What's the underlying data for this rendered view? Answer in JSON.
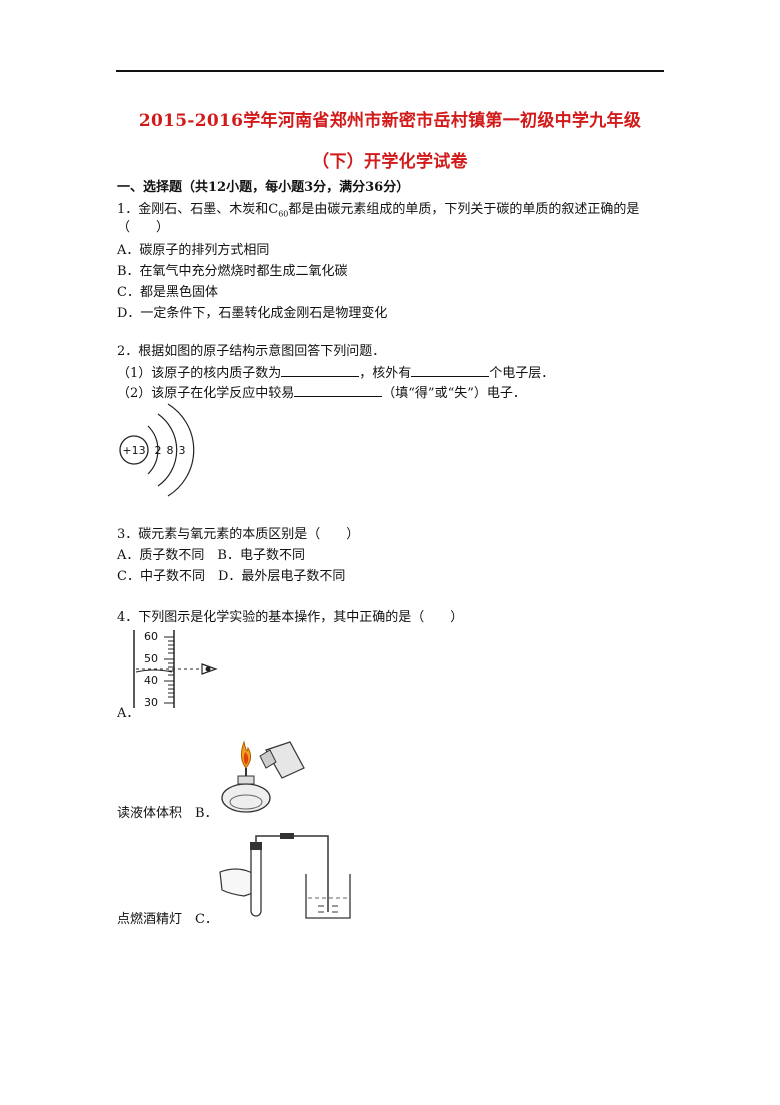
{
  "header": {
    "title_line1": "2015-2016学年河南省郑州市新密市岳村镇第一初级中学九年级",
    "title_line2": "（下）开学化学试卷"
  },
  "section1": {
    "heading": "一、选择题（共12小题，每小题3分，满分36分）"
  },
  "q1": {
    "stem_a": "1．金刚石、石墨、木炭和C",
    "stem_sub": "60",
    "stem_b": "都是由碳元素组成的单质，下列关于碳的单质的叙述正确的是",
    "paren": "（　　）",
    "options": [
      "A．碳原子的排列方式相同",
      "B．在氧气中充分燃烧时都生成二氧化碳",
      "C．都是黑色固体",
      "D．一定条件下，石墨转化成金刚石是物理变化"
    ]
  },
  "q2": {
    "stem": "2．根据如图的原子结构示意图回答下列问题．",
    "sub1_a": "（1）该原子的核内质子数为",
    "sub1_b": "，核外有",
    "sub1_c": "个电子层．",
    "sub2_a": "（2）该原子在化学反应中较易",
    "sub2_b": "（填“得”或“失”）电子．",
    "nucleus": "+13",
    "shells": [
      "2",
      "8",
      "3"
    ]
  },
  "q3": {
    "stem": "3．碳元素与氧元素的本质区别是（　　）",
    "line1": "A．质子数不同　B．电子数不同",
    "line2": "C．中子数不同　D．最外层电子数不同"
  },
  "q4": {
    "stem": "4．下列图示是化学实验的基本操作，其中正确的是（　　）",
    "cylinder_ticks": [
      "60",
      "50",
      "40",
      "30"
    ],
    "label_a": "A．",
    "caption_a": "读液体体积",
    "label_b": "B．",
    "caption_b": "点燃酒精灯",
    "label_c": "C．"
  }
}
